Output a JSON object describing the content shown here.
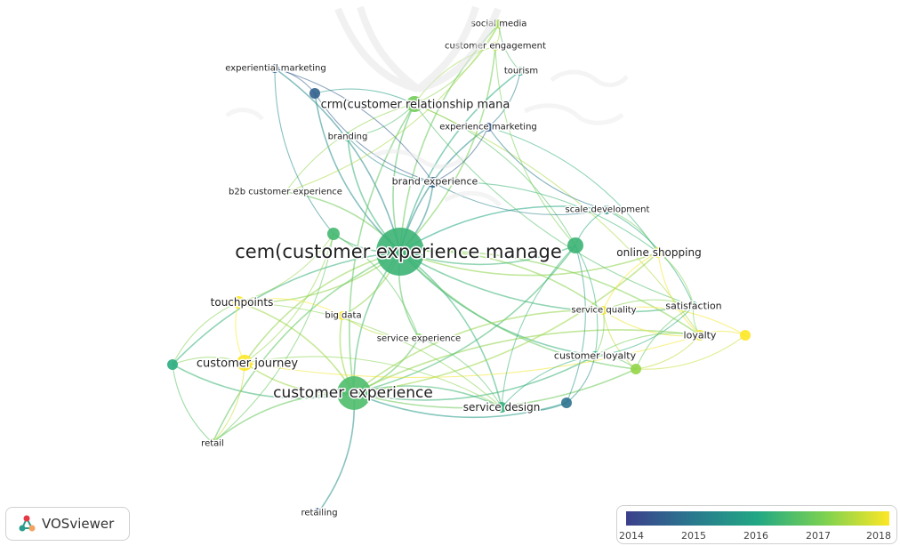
{
  "colors": {
    "background": "#ffffff",
    "scale": [
      "#3b3f8c",
      "#2a788e",
      "#22a884",
      "#7ad151",
      "#fde725"
    ]
  },
  "nodes": [
    {
      "id": "cem",
      "label": "cem(customer experience manage",
      "year": 2016.3
    },
    {
      "id": "cx",
      "label": "customer experience",
      "year": 2016.5
    },
    {
      "id": "crm",
      "label": "crm(customer relationship mana",
      "year": 2016.9
    },
    {
      "id": "journey",
      "label": "customer journey",
      "year": 2018.0
    },
    {
      "id": "touchpoints",
      "label": "touchpoints",
      "year": 2018.0
    },
    {
      "id": "brandexp",
      "label": "brand experience",
      "year": 2014.6
    },
    {
      "id": "expmkt",
      "label": "experience marketing",
      "year": 2014.4
    },
    {
      "id": "expmarketing",
      "label": "experiential marketing",
      "year": 2014.4
    },
    {
      "id": "social",
      "label": "social media",
      "year": 2017.3
    },
    {
      "id": "engagement",
      "label": "customer engagement",
      "year": 2017.6
    },
    {
      "id": "tourism",
      "label": "tourism",
      "year": 2015.8
    },
    {
      "id": "branding",
      "label": "branding",
      "year": 2016.2
    },
    {
      "id": "b2b",
      "label": "b2b customer experience",
      "year": 2017.4
    },
    {
      "id": "scale",
      "label": "scale development",
      "year": 2015.7
    },
    {
      "id": "online",
      "label": "online shopping",
      "year": 2018.0
    },
    {
      "id": "servicequality",
      "label": "service quality",
      "year": 2017.9
    },
    {
      "id": "satisfaction",
      "label": "satisfaction",
      "year": 2016.2
    },
    {
      "id": "loyalty",
      "label": "loyalty",
      "year": 2017.8
    },
    {
      "id": "custloyalty",
      "label": "customer loyalty",
      "year": 2016.0
    },
    {
      "id": "bigdata",
      "label": "big data",
      "year": 2018.0
    },
    {
      "id": "serviceexp",
      "label": "service experience",
      "year": 2017.0
    },
    {
      "id": "servicedesign",
      "label": "service design",
      "year": 2016.2
    },
    {
      "id": "retail",
      "label": "retail",
      "year": 2017.1
    },
    {
      "id": "retailing",
      "label": "retailing",
      "year": 2014.5
    },
    {
      "id": "unl_a",
      "label": "",
      "year": 2014.6
    },
    {
      "id": "unl_b",
      "label": "",
      "year": 2016.4
    },
    {
      "id": "unl_c",
      "label": "",
      "year": 2016.3
    },
    {
      "id": "unl_d",
      "label": "",
      "year": 2014.9
    },
    {
      "id": "unl_e",
      "label": "",
      "year": 2017.2
    },
    {
      "id": "unl_f",
      "label": "",
      "year": 2018.0
    },
    {
      "id": "unl_g",
      "label": "",
      "year": 2016.1
    }
  ],
  "links": [
    [
      "cem",
      "cx"
    ],
    [
      "cem",
      "crm"
    ],
    [
      "cem",
      "journey"
    ],
    [
      "cem",
      "touchpoints"
    ],
    [
      "cem",
      "brandexp"
    ],
    [
      "cem",
      "expmkt"
    ],
    [
      "cem",
      "expmarketing"
    ],
    [
      "cem",
      "branding"
    ],
    [
      "cem",
      "b2b"
    ],
    [
      "cem",
      "scale"
    ],
    [
      "cem",
      "online"
    ],
    [
      "cem",
      "servicequality"
    ],
    [
      "cem",
      "satisfaction"
    ],
    [
      "cem",
      "loyalty"
    ],
    [
      "cem",
      "custloyalty"
    ],
    [
      "cem",
      "bigdata"
    ],
    [
      "cem",
      "serviceexp"
    ],
    [
      "cem",
      "servicedesign"
    ],
    [
      "cem",
      "retail"
    ],
    [
      "cem",
      "unl_b"
    ],
    [
      "cem",
      "unl_c"
    ],
    [
      "cem",
      "unl_a"
    ],
    [
      "cem",
      "unl_g"
    ],
    [
      "cem",
      "social"
    ],
    [
      "cem",
      "engagement"
    ],
    [
      "cem",
      "tourism"
    ],
    [
      "cem",
      "unl_e"
    ],
    [
      "cx",
      "journey"
    ],
    [
      "cx",
      "touchpoints"
    ],
    [
      "cx",
      "retailing"
    ],
    [
      "cx",
      "retail"
    ],
    [
      "cx",
      "servicedesign"
    ],
    [
      "cx",
      "serviceexp"
    ],
    [
      "cx",
      "bigdata"
    ],
    [
      "cx",
      "custloyalty"
    ],
    [
      "cx",
      "crm"
    ],
    [
      "cx",
      "unl_d"
    ],
    [
      "cx",
      "unl_g"
    ],
    [
      "cx",
      "online"
    ],
    [
      "cx",
      "loyalty"
    ],
    [
      "cx",
      "unl_c"
    ],
    [
      "cx",
      "servicequality"
    ],
    [
      "cx",
      "unl_e"
    ],
    [
      "journey",
      "touchpoints"
    ],
    [
      "journey",
      "unl_g"
    ],
    [
      "journey",
      "retail"
    ],
    [
      "journey",
      "unl_b"
    ],
    [
      "journey",
      "servicedesign"
    ],
    [
      "journey",
      "loyalty"
    ],
    [
      "touchpoints",
      "bigdata"
    ],
    [
      "touchpoints",
      "unl_b"
    ],
    [
      "touchpoints",
      "servicedesign"
    ],
    [
      "crm",
      "social"
    ],
    [
      "crm",
      "engagement"
    ],
    [
      "crm",
      "unl_a"
    ],
    [
      "crm",
      "branding"
    ],
    [
      "crm",
      "b2b"
    ],
    [
      "crm",
      "unl_c"
    ],
    [
      "crm",
      "satisfaction"
    ],
    [
      "crm",
      "loyalty"
    ],
    [
      "brandexp",
      "expmkt"
    ],
    [
      "brandexp",
      "unl_a"
    ],
    [
      "brandexp",
      "scale"
    ],
    [
      "brandexp",
      "online"
    ],
    [
      "brandexp",
      "expmarketing"
    ],
    [
      "brandexp",
      "branding"
    ],
    [
      "expmkt",
      "tourism"
    ],
    [
      "expmkt",
      "online"
    ],
    [
      "expmkt",
      "scale"
    ],
    [
      "expmarketing",
      "unl_a"
    ],
    [
      "expmarketing",
      "unl_b"
    ],
    [
      "social",
      "engagement"
    ],
    [
      "social",
      "tourism"
    ],
    [
      "social",
      "b2b"
    ],
    [
      "engagement",
      "unl_c"
    ],
    [
      "scale",
      "online"
    ],
    [
      "scale",
      "unl_c"
    ],
    [
      "scale",
      "satisfaction"
    ],
    [
      "online",
      "servicequality"
    ],
    [
      "online",
      "satisfaction"
    ],
    [
      "online",
      "loyalty"
    ],
    [
      "servicequality",
      "satisfaction"
    ],
    [
      "servicequality",
      "loyalty"
    ],
    [
      "servicequality",
      "custloyalty"
    ],
    [
      "servicequality",
      "unl_e"
    ],
    [
      "servicequality",
      "unl_f"
    ],
    [
      "satisfaction",
      "loyalty"
    ],
    [
      "satisfaction",
      "custloyalty"
    ],
    [
      "satisfaction",
      "unl_e"
    ],
    [
      "loyalty",
      "unl_f"
    ],
    [
      "loyalty",
      "custloyalty"
    ],
    [
      "loyalty",
      "unl_e"
    ],
    [
      "custloyalty",
      "servicedesign"
    ],
    [
      "custloyalty",
      "unl_d"
    ],
    [
      "custloyalty",
      "unl_c"
    ],
    [
      "custloyalty",
      "unl_e"
    ],
    [
      "servicedesign",
      "unl_d"
    ],
    [
      "servicedesign",
      "unl_c"
    ],
    [
      "servicedesign",
      "serviceexp"
    ],
    [
      "serviceexp",
      "bigdata"
    ],
    [
      "serviceexp",
      "unl_b"
    ],
    [
      "retail",
      "unl_g"
    ],
    [
      "retail",
      "unl_b"
    ],
    [
      "unl_g",
      "touchpoints"
    ],
    [
      "unl_d",
      "unl_c"
    ],
    [
      "unl_f",
      "unl_e"
    ]
  ],
  "logo": {
    "text": "VOSviewer"
  },
  "legend": {
    "ticks": [
      "2014",
      "2015",
      "2016",
      "2017",
      "2018"
    ]
  }
}
